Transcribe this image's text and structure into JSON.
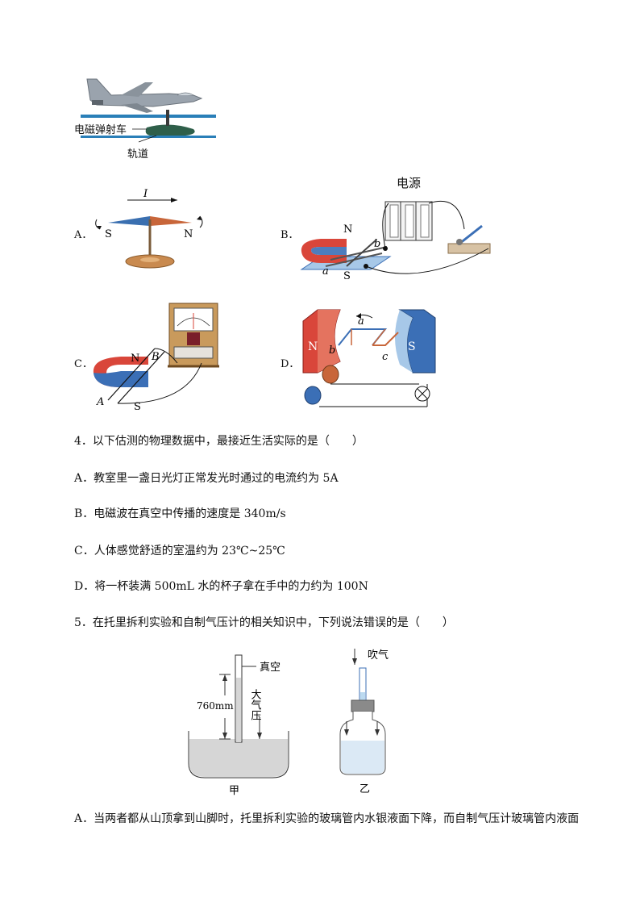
{
  "top_figure": {
    "launcher_label": "电磁弹射车",
    "track_label": "轨道"
  },
  "q3_options": {
    "A": {
      "letter": "A．",
      "current": "I",
      "s": "S",
      "n": "N"
    },
    "B": {
      "letter": "B．",
      "power": "电源",
      "n": "N",
      "s": "S",
      "b": "b",
      "a": "a"
    },
    "C": {
      "letter": "C．",
      "n": "N",
      "s": "S",
      "a": "A",
      "b": "B"
    },
    "D": {
      "letter": "D．",
      "n": "N",
      "s": "S",
      "a": "a",
      "b": "b",
      "c": "c"
    }
  },
  "question4": {
    "stem": "4．以下估测的物理数据中，最接近生活实际的是（　　）",
    "options": [
      "A．教室里一盏日光灯正常发光时通过的电流约为 5A",
      "B．电磁波在真空中传播的速度是 340m/s",
      "C．人体感觉舒适的室温约为 23℃~25℃",
      "D．将一杯装满 500mL 水的杯子拿在手中的力约为 100N"
    ]
  },
  "question5": {
    "stem": "5．在托里拆利实验和自制气压计的相关知识中，下列说法错误的是（　　）",
    "fig_jia": {
      "vacuum": "真空",
      "height": "760mm",
      "pressure": "大气压",
      "caption": "甲"
    },
    "fig_yi": {
      "blow": "吹气",
      "caption": "乙"
    },
    "optionA": "A．当两者都从山顶拿到山脚时，托里拆利实验的玻璃管内水银液面下降，而自制气压计玻璃管内液面"
  },
  "colors": {
    "rail": "#2a7fb8",
    "north": "#d9463a",
    "south": "#3b6fb6",
    "water": "#dbe9f5",
    "mercury": "#d6d6d6"
  }
}
